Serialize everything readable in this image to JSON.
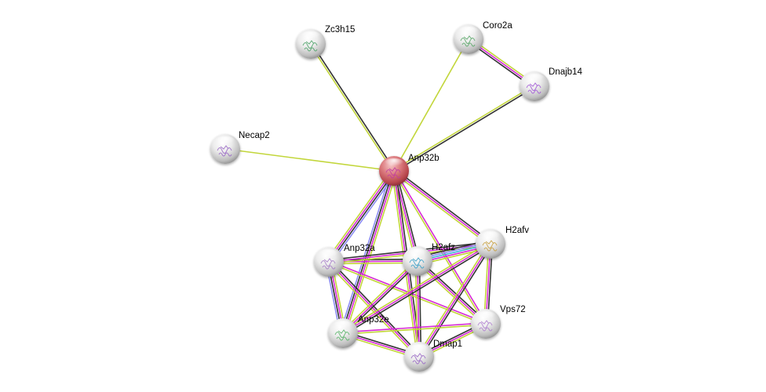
{
  "diagram": {
    "type": "protein-interaction-network",
    "query_protein": "Anp32b",
    "edge_colors": {
      "textmining": "#c2d63a",
      "coexpression": "#333333",
      "experiments": "#d62ad6",
      "databases": "#8c8cf5",
      "homology": "#3ab4d6"
    },
    "node_colors": {
      "query": "#d9757a",
      "partner": "#e6e6e6"
    },
    "nodes": [
      {
        "id": "Anp32b",
        "label": "Anp32b",
        "query": true,
        "structure_color": "#c23ca0"
      },
      {
        "id": "Zc3h15",
        "label": "Zc3h15",
        "query": false,
        "structure_color": "#4fa36a"
      },
      {
        "id": "Coro2a",
        "label": "Coro2a",
        "query": false,
        "structure_color": "#5aa86a"
      },
      {
        "id": "Dnajb14",
        "label": "Dnajb14",
        "query": false,
        "structure_color": "#a25ad6"
      },
      {
        "id": "Necap2",
        "label": "Necap2",
        "query": false,
        "structure_color": "#9a6ac6"
      },
      {
        "id": "Anp32a",
        "label": "Anp32a",
        "query": false,
        "structure_color": "#a880c8"
      },
      {
        "id": "H2afz",
        "label": "H2afz",
        "query": false,
        "structure_color": "#3aa0c8"
      },
      {
        "id": "H2afv",
        "label": "H2afv",
        "query": false,
        "structure_color": "#c8a040"
      },
      {
        "id": "Anp32e",
        "label": "Anp32e",
        "query": false,
        "structure_color": "#5ab46a"
      },
      {
        "id": "Vps72",
        "label": "Vps72",
        "query": false,
        "structure_color": "#b080d0"
      },
      {
        "id": "Dmap1",
        "label": "Dmap1",
        "query": false,
        "structure_color": "#9a6ac6"
      }
    ],
    "edges": [
      {
        "source": "Anp32b",
        "target": "Zc3h15",
        "evidence": [
          "textmining",
          "coexpression"
        ]
      },
      {
        "source": "Anp32b",
        "target": "Coro2a",
        "evidence": [
          "textmining"
        ]
      },
      {
        "source": "Anp32b",
        "target": "Dnajb14",
        "evidence": [
          "textmining",
          "coexpression"
        ]
      },
      {
        "source": "Anp32b",
        "target": "Necap2",
        "evidence": [
          "textmining"
        ]
      },
      {
        "source": "Coro2a",
        "target": "Dnajb14",
        "evidence": [
          "textmining",
          "experiments",
          "coexpression"
        ]
      },
      {
        "source": "Anp32b",
        "target": "Anp32a",
        "evidence": [
          "databases",
          "coexpression",
          "experiments",
          "textmining"
        ]
      },
      {
        "source": "Anp32b",
        "target": "Anp32e",
        "evidence": [
          "textmining",
          "experiments",
          "coexpression",
          "databases"
        ]
      },
      {
        "source": "Anp32b",
        "target": "H2afz",
        "evidence": [
          "coexpression",
          "experiments",
          "textmining"
        ]
      },
      {
        "source": "Anp32b",
        "target": "Dmap1",
        "evidence": [
          "coexpression",
          "experiments",
          "textmining"
        ]
      },
      {
        "source": "Anp32b",
        "target": "Vps72",
        "evidence": [
          "experiments",
          "textmining"
        ]
      },
      {
        "source": "Anp32b",
        "target": "H2afv",
        "evidence": [
          "coexpression",
          "experiments",
          "textmining"
        ]
      },
      {
        "source": "Anp32a",
        "target": "H2afz",
        "evidence": [
          "coexpression",
          "experiments",
          "textmining"
        ]
      },
      {
        "source": "Anp32a",
        "target": "H2afv",
        "evidence": [
          "coexpression",
          "experiments",
          "textmining"
        ]
      },
      {
        "source": "Anp32a",
        "target": "Anp32e",
        "evidence": [
          "textmining",
          "experiments",
          "coexpression",
          "databases"
        ]
      },
      {
        "source": "Anp32a",
        "target": "Dmap1",
        "evidence": [
          "coexpression",
          "experiments",
          "textmining"
        ]
      },
      {
        "source": "Anp32a",
        "target": "Vps72",
        "evidence": [
          "experiments",
          "textmining"
        ]
      },
      {
        "source": "H2afz",
        "target": "H2afv",
        "evidence": [
          "coexpression",
          "databases",
          "homology",
          "experiments",
          "textmining"
        ]
      },
      {
        "source": "H2afz",
        "target": "Anp32e",
        "evidence": [
          "coexpression",
          "experiments",
          "textmining"
        ]
      },
      {
        "source": "H2afz",
        "target": "Dmap1",
        "evidence": [
          "coexpression",
          "experiments",
          "textmining"
        ]
      },
      {
        "source": "H2afz",
        "target": "Vps72",
        "evidence": [
          "coexpression",
          "experiments",
          "textmining"
        ]
      },
      {
        "source": "H2afv",
        "target": "Anp32e",
        "evidence": [
          "coexpression",
          "experiments",
          "textmining"
        ]
      },
      {
        "source": "H2afv",
        "target": "Dmap1",
        "evidence": [
          "coexpression",
          "experiments",
          "textmining"
        ]
      },
      {
        "source": "H2afv",
        "target": "Vps72",
        "evidence": [
          "coexpression",
          "experiments",
          "textmining"
        ]
      },
      {
        "source": "Anp32e",
        "target": "Dmap1",
        "evidence": [
          "coexpression",
          "experiments",
          "textmining"
        ]
      },
      {
        "source": "Anp32e",
        "target": "Vps72",
        "evidence": [
          "experiments",
          "textmining"
        ]
      },
      {
        "source": "Dmap1",
        "target": "Vps72",
        "evidence": [
          "coexpression",
          "experiments",
          "textmining"
        ]
      }
    ]
  }
}
